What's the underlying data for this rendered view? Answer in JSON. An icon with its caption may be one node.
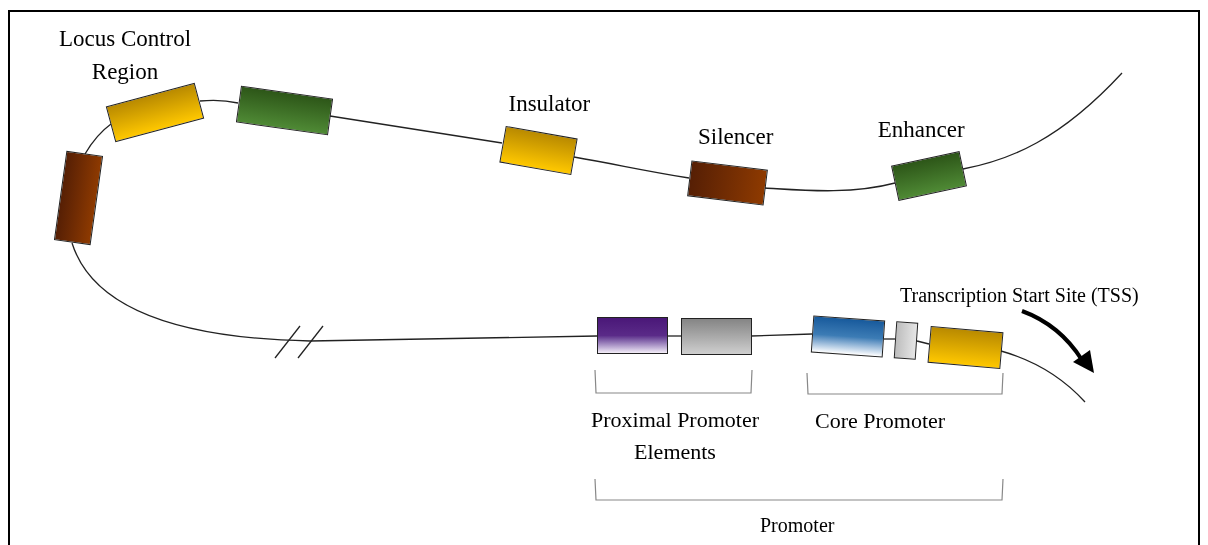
{
  "diagram": {
    "nodes": [
      {
        "text": [],
        "shape": "box"
      },
      {
        "text": [
          "Locus Control Region"
        ]
      },
      {
        "text": [],
        "shape": "box"
      },
      {
        "text": [
          "Insulator"
        ]
      },
      {
        "text": [
          "Silencer"
        ]
      },
      {
        "text": [
          "Enhancer"
        ]
      },
      {
        "text": [],
        "shape": "box"
      },
      {
        "text": [],
        "shape": "box"
      },
      {
        "text": [],
        "shape": "box"
      },
      {
        "text": [],
        "shape": "box"
      },
      {
        "text": [],
        "shape": "box"
      }
    ],
    "edges": [
      {
        "from": null,
        "to": 5,
        "arrow": "none"
      },
      {
        "from": 5,
        "to": 4,
        "arrow": "none"
      },
      {
        "from": 4,
        "to": 3,
        "arrow": "none"
      },
      {
        "from": 3,
        "to": 2,
        "arrow": "none"
      },
      {
        "from": 2,
        "to": 1,
        "arrow": "none"
      },
      {
        "from": 1,
        "to": 0,
        "arrow": "none"
      },
      {
        "from": 0,
        "to": 6,
        "arrow": "none"
      },
      {
        "from": 6,
        "to": 7,
        "arrow": "none"
      },
      {
        "from": 7,
        "to": 8,
        "arrow": "none"
      },
      {
        "from": 8,
        "to": 9,
        "arrow": "none"
      },
      {
        "from": 9,
        "to": 10,
        "arrow": "none"
      },
      {
        "from": 10,
        "to": null,
        "arrow": "none"
      }
    ],
    "labels": [
      "Transcription Start Site (TSS)",
      "Proximal Promoter Elements",
      "Core Promoter",
      "Promoter"
    ]
  }
}
